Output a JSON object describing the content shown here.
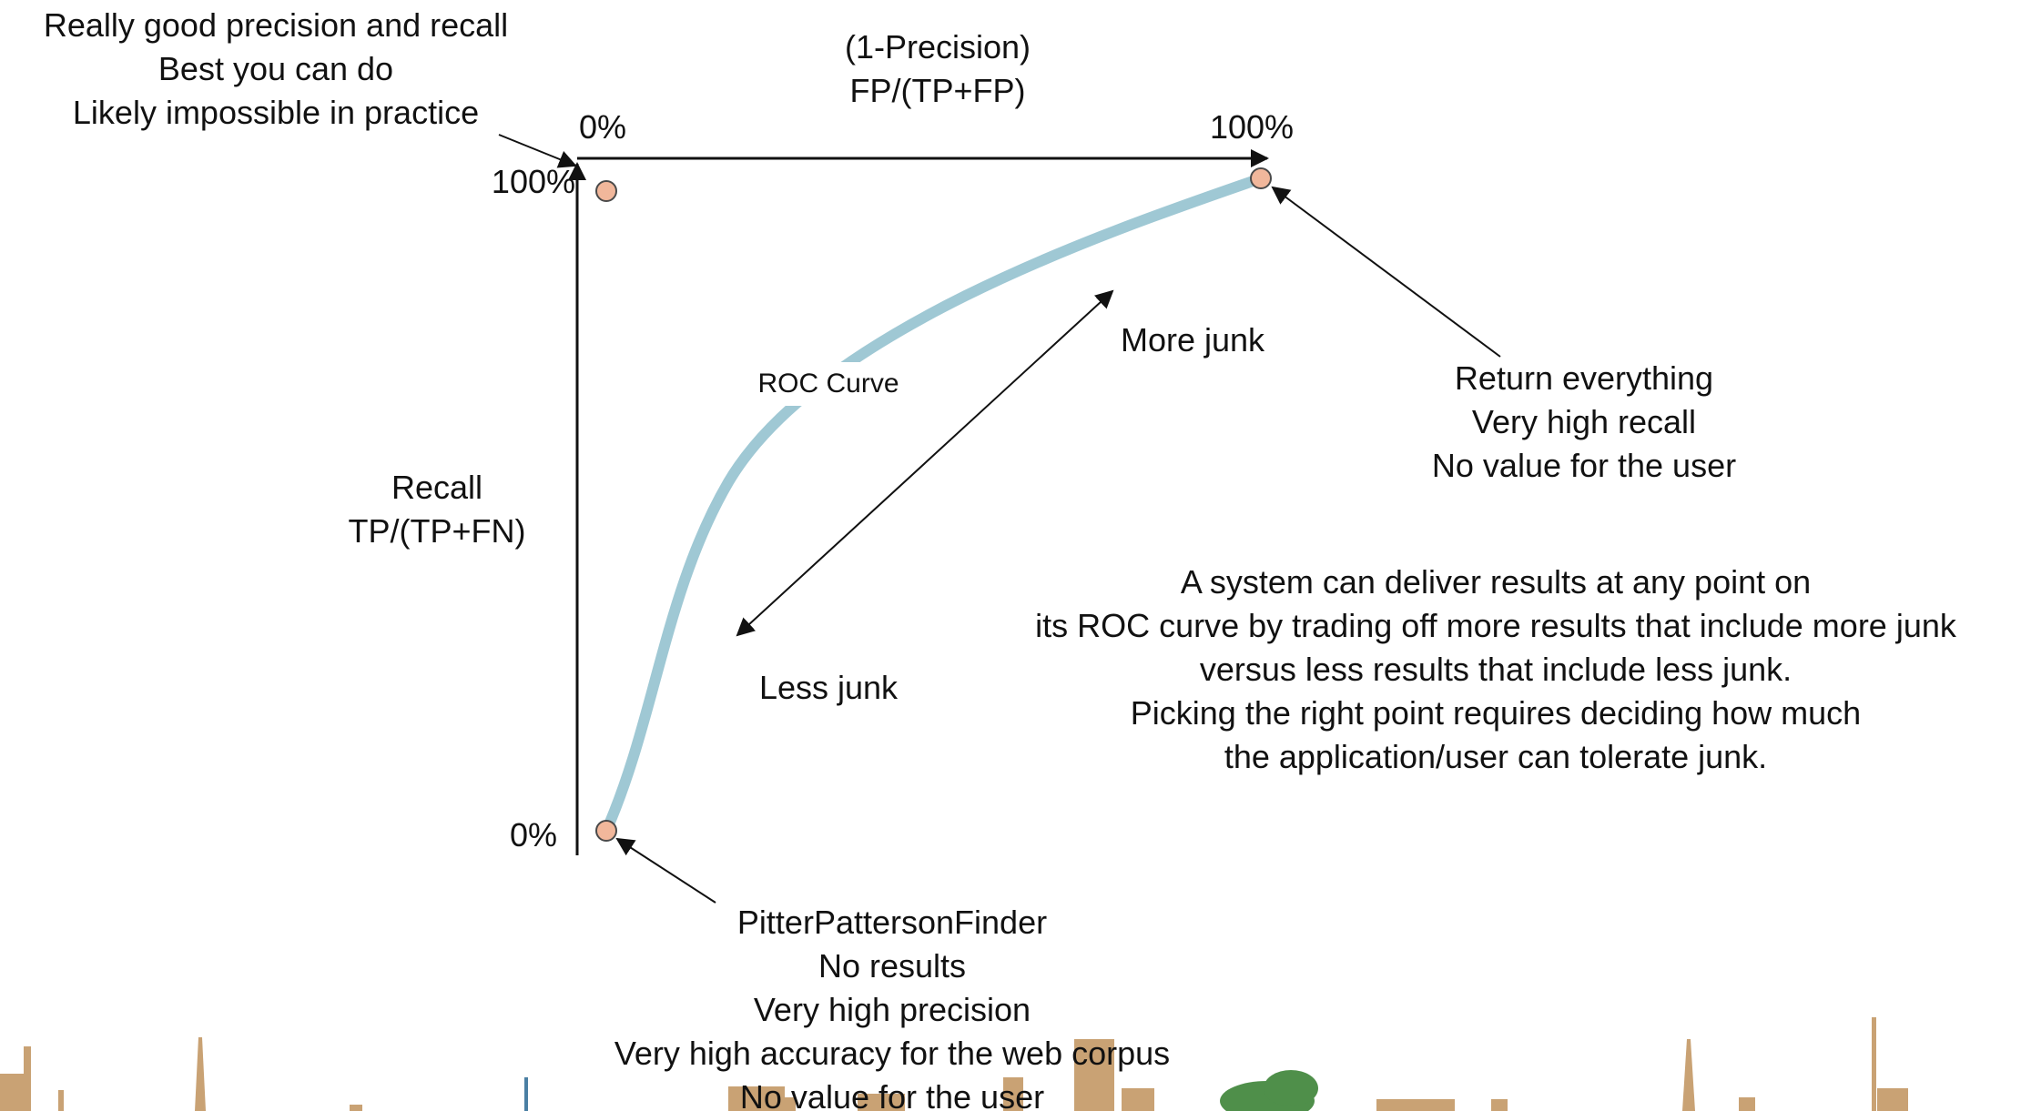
{
  "diagram": {
    "x_axis_label": {
      "line1": "(1-Precision)",
      "line2": "FP/(TP+FP)"
    },
    "x_tick_start": "0%",
    "x_tick_end": "100%",
    "y_axis_label": {
      "line1": "Recall",
      "line2": "TP/(TP+FN)"
    },
    "y_tick_top": "100%",
    "y_tick_bottom": "0%",
    "curve_label": "ROC Curve",
    "more_junk": "More junk",
    "less_junk": "Less junk",
    "top_left_note": [
      "Really good precision and recall",
      "Best you can do",
      "Likely impossible in practice"
    ],
    "top_right_note": [
      "Return everything",
      "Very high recall",
      "No value for the user"
    ],
    "bottom_note": [
      "PitterPattersonFinder",
      "No results",
      "Very high precision",
      "Very high accuracy for the web corpus",
      "No value for the user"
    ],
    "explanation": [
      "A system can deliver results at any point on",
      "its ROC curve by trading off more results that include more junk",
      "versus less results that include less junk.",
      "Picking the right point requires deciding how much",
      "the application/user can tolerate junk."
    ],
    "colors": {
      "curve": "#9fc8d4",
      "point_fill": "#f1b79b",
      "point_stroke": "#4a4a4a",
      "axis": "#111111",
      "skyline_tan": "#c9a274",
      "skyline_green": "#4f8f4a",
      "skyline_blue": "#4a7fa3"
    }
  }
}
